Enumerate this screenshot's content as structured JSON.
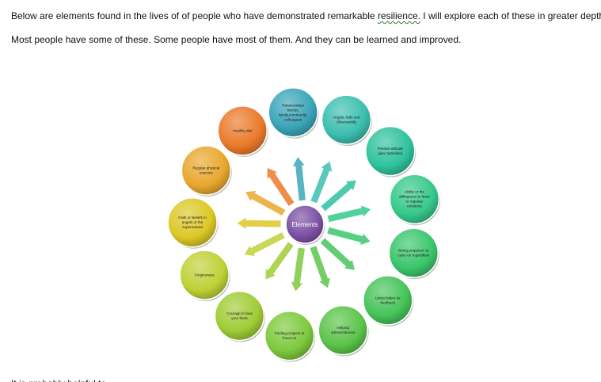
{
  "intro": {
    "line1_before": "Below are elements found in the lives of of people who have demonstrated remarkable ",
    "line1_flagged": "resilience.",
    "line1_after": "  I will explore each of these in greater depth.",
    "line2": "Most people have some of these. Some people have most of them.  And they can be learned and improved."
  },
  "diagram": {
    "center": {
      "label": "Elements",
      "color": "#7b4fa3"
    },
    "nodes": [
      {
        "lines": [
          "Relationships",
          "friends,",
          "family,community,",
          "colleagues"
        ],
        "color": "#3aa5b8"
      },
      {
        "lines": [
          "Angels, faith and",
          "Otherworldly"
        ],
        "color": "#3bbfb0"
      },
      {
        "lines": [
          "Positive attitude",
          "(aka Optimism)"
        ],
        "color": "#2fc29e"
      },
      {
        "lines": [
          "Ability or the",
          "willingness to learn",
          "to regulate",
          "emotions"
        ],
        "color": "#35c98a"
      },
      {
        "lines": [
          "Being prepared- to",
          "carry on regardless"
        ],
        "color": "#3ac66c"
      },
      {
        "lines": [
          "Using failure as",
          "feedback"
        ],
        "color": "#46c459"
      },
      {
        "lines": [
          "Helping",
          "others/Altruism"
        ],
        "color": "#5bc44a"
      },
      {
        "lines": [
          "Finding projects to",
          "focus on"
        ],
        "color": "#7dc93d"
      },
      {
        "lines": [
          "Courage to face",
          "your fears"
        ],
        "color": "#9fcc35"
      },
      {
        "lines": [
          "Forgiveness"
        ],
        "color": "#bfd136"
      },
      {
        "lines": [
          "Faith or Beliefs in",
          "angels or the",
          "supernatural"
        ],
        "color": "#dcc826"
      },
      {
        "lines": [
          "Regular physical",
          "exercise"
        ],
        "color": "#e8a82e"
      },
      {
        "lines": [
          "Healthy diet"
        ],
        "color": "#ea7a2a"
      }
    ]
  },
  "footer": {
    "cut_text": "It is probably helpful to..."
  }
}
